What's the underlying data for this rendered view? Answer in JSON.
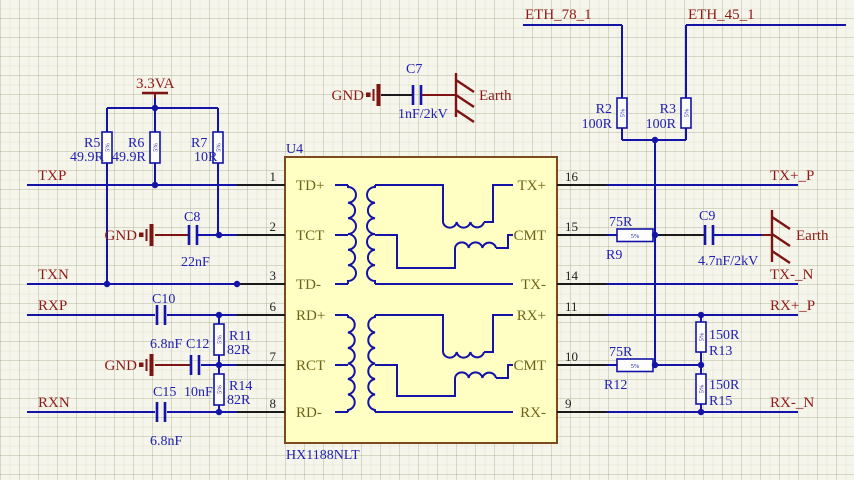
{
  "labels": {
    "vcc": "3.3VA",
    "gnd": "GND",
    "earth": "Earth",
    "txp": "TXP",
    "txn": "TXN",
    "rxp": "RXP",
    "rxn": "RXN",
    "eth78": "ETH_78_1",
    "eth45": "ETH_45_1",
    "txp_p": "TX+_P",
    "txn_n": "TX-_N",
    "rxp_p": "RX+_P",
    "rxn_n": "RX-_N"
  },
  "ic": {
    "ref": "U4",
    "part": "HX1188NLT",
    "pins": {
      "p1": {
        "num": "1",
        "name": "TD+"
      },
      "p2": {
        "num": "2",
        "name": "TCT"
      },
      "p3": {
        "num": "3",
        "name": "TD-"
      },
      "p6": {
        "num": "6",
        "name": "RD+"
      },
      "p7": {
        "num": "7",
        "name": "RCT"
      },
      "p8": {
        "num": "8",
        "name": "RD-"
      },
      "p16": {
        "num": "16",
        "name": "TX+"
      },
      "p15": {
        "num": "15",
        "name": "CMT"
      },
      "p14": {
        "num": "14",
        "name": "TX-"
      },
      "p11": {
        "num": "11",
        "name": "RX+"
      },
      "p10": {
        "num": "10",
        "name": "CMT"
      },
      "p9": {
        "num": "9",
        "name": "RX-"
      }
    }
  },
  "resistors": {
    "r2": {
      "ref": "R2",
      "value": "100R",
      "tol": "5%"
    },
    "r3": {
      "ref": "R3",
      "value": "100R",
      "tol": "5%"
    },
    "r5": {
      "ref": "R5",
      "value": "49.9R",
      "tol": "5%"
    },
    "r6": {
      "ref": "R6",
      "value": "49.9R",
      "tol": "5%"
    },
    "r7": {
      "ref": "R7",
      "value": "10R",
      "tol": "5%"
    },
    "r9": {
      "ref": "R9",
      "value": "75R",
      "tol": "5%"
    },
    "r11": {
      "ref": "R11",
      "value": "82R",
      "tol": "5%"
    },
    "r12": {
      "ref": "R12",
      "value": "75R",
      "tol": "5%"
    },
    "r13": {
      "ref": "R13",
      "value": "150R",
      "tol": "5%"
    },
    "r14": {
      "ref": "R14",
      "value": "82R",
      "tol": "5%"
    },
    "r15": {
      "ref": "R15",
      "value": "150R",
      "tol": "5%"
    }
  },
  "capacitors": {
    "c7": {
      "ref": "C7",
      "value": "1nF/2kV"
    },
    "c8": {
      "ref": "C8",
      "value": "22nF"
    },
    "c9": {
      "ref": "C9",
      "value": "4.7nF/2kV"
    },
    "c10": {
      "ref": "C10",
      "value": "6.8nF"
    },
    "c12": {
      "ref": "C12",
      "value": "10nF"
    },
    "c15": {
      "ref": "C15",
      "value": "6.8nF"
    }
  },
  "colors": {
    "wire_blue": "#1313a7",
    "net_label_red": "#8e1a15",
    "component_label_blue": "#2020b2",
    "pin_name_olive": "#6e6418",
    "ic_fill": "#ffffc4",
    "ic_border": "#7d4a1e",
    "symbol_red": "#7d1412",
    "background": "#f6f5ec"
  }
}
